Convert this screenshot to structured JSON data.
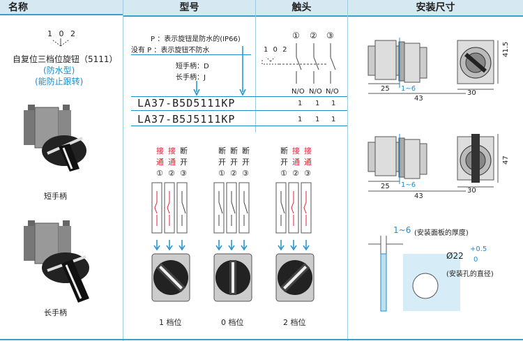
{
  "headers": {
    "name": "名称",
    "model": "型号",
    "contact": "触头",
    "dims": "安装尺寸"
  },
  "left": {
    "symbol_positions": "1 0 2",
    "product_name": "自复位三档位旋钮（5111）",
    "sub1": "(防水型)",
    "sub2": "(能防止跟转)",
    "short_label": "短手柄",
    "long_label": "长手柄"
  },
  "model": {
    "p_note": "P ：表示旋钮是防水的(IP66)",
    "nop_note": "没有 P ：表示旋钮不防水",
    "short_handle": "短手柄：D",
    "long_handle": "长手柄：J",
    "code1": "LA37-B5D5111KP",
    "code2": "LA37-B5J5111KP"
  },
  "contact": {
    "nums": [
      "①",
      "②",
      "③"
    ],
    "symbol_positions": "1 0 2",
    "types": [
      "N/O",
      "N/O",
      "N/O"
    ],
    "row1": [
      "1",
      "1",
      "1"
    ],
    "row2": [
      "1",
      "1",
      "1"
    ]
  },
  "states": [
    {
      "chars": [
        [
          "接",
          "通"
        ],
        [
          "接",
          "通"
        ],
        [
          "断",
          "开"
        ]
      ],
      "colors": [
        "#d23",
        "#d23",
        "#222"
      ],
      "label": "1 档位"
    },
    {
      "chars": [
        [
          "断",
          "开"
        ],
        [
          "断",
          "开"
        ],
        [
          "断",
          "开"
        ]
      ],
      "colors": [
        "#222",
        "#222",
        "#222"
      ],
      "label": "0 档位"
    },
    {
      "chars": [
        [
          "断",
          "开"
        ],
        [
          "接",
          "通"
        ],
        [
          "接",
          "通"
        ]
      ],
      "colors": [
        "#222",
        "#d23",
        "#d23"
      ],
      "label": "2 档位"
    }
  ],
  "dims": {
    "d1": {
      "a": "25",
      "b": "1~6",
      "c": "43",
      "d": "30",
      "h": "41.5"
    },
    "d2": {
      "a": "25",
      "b": "1~6",
      "c": "43",
      "d": "30",
      "h": "47"
    },
    "panel_thk": "1~6",
    "panel_thk_note": "(安装面板的厚度)",
    "hole": "Ø22",
    "tol_up": "+0.5",
    "tol_dn": "0",
    "hole_note": "(安装孔的直径)"
  }
}
